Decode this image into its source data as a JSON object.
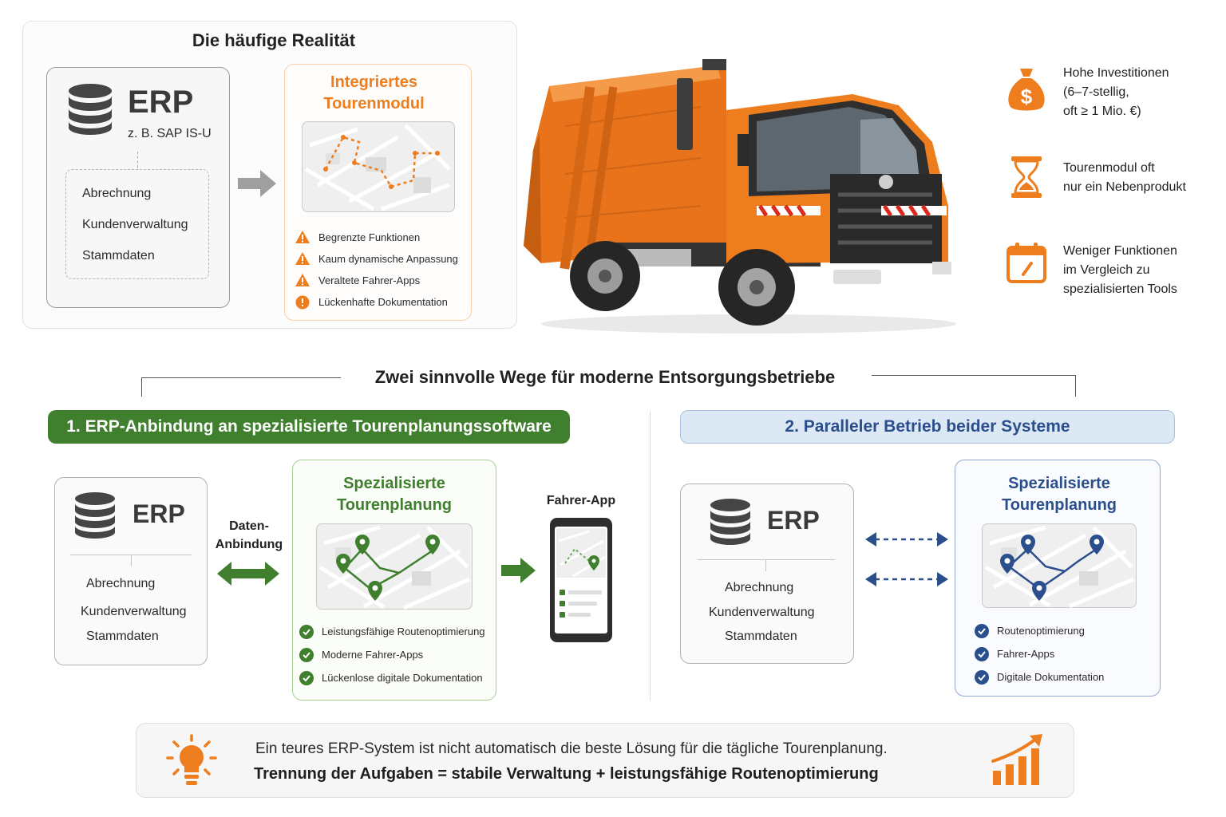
{
  "top": {
    "title": "Die häufige Realität",
    "erp": {
      "label": "ERP",
      "sub": "z. B. SAP IS-U",
      "items": [
        "Abrechnung",
        "Kundenverwaltung",
        "Stammdaten"
      ]
    },
    "module": {
      "title_line1": "Integriertes",
      "title_line2": "Tourenmodul",
      "issues": [
        "Begrenzte Funktionen",
        "Kaum dynamische Anpassung",
        "Veraltete Fahrer-Apps",
        "Lückenhafte Dokumentation"
      ]
    },
    "facts": [
      {
        "icon": "money-bag-icon",
        "lines": [
          "Hohe Investitionen",
          "(6–7-stellig,",
          "oft ≥ 1 Mio. €)"
        ]
      },
      {
        "icon": "hourglass-icon",
        "lines": [
          "Tourenmodul oft",
          "nur ein Nebenprodukt"
        ]
      },
      {
        "icon": "calendar-icon",
        "lines": [
          "Weniger Funktionen",
          "im Vergleich zu",
          "spezialisierten Tools"
        ]
      }
    ]
  },
  "section_title": "Zwei sinnvolle Wege für moderne Entsorgungsbetriebe",
  "way1": {
    "header": "1. ERP-Anbindung an spezialisierte Tourenplanungssoftware",
    "erp_label": "ERP",
    "erp_items": [
      "Abrechnung",
      "Kundenverwaltung",
      "Stammdaten"
    ],
    "connection_line1": "Daten-",
    "connection_line2": "Anbindung",
    "planner_line1": "Spezialisierte",
    "planner_line2": "Tourenplanung",
    "features": [
      "Leistungsfähige Routenoptimierung",
      "Moderne Fahrer-Apps",
      "Lückenlose digitale Dokumentation"
    ],
    "app_label": "Fahrer-App"
  },
  "way2": {
    "header": "2. Paralleler Betrieb beider Systeme",
    "erp_label": "ERP",
    "erp_items": [
      "Abrechnung",
      "Kundenverwaltung",
      "Stammdaten"
    ],
    "planner_line1": "Spezialisierte",
    "planner_line2": "Tourenplanung",
    "features": [
      "Routenoptimierung",
      "Fahrer-Apps",
      "Digitale Dokumentation"
    ]
  },
  "footer": {
    "line1": "Ein teures ERP-System ist nicht automatisch die beste Lösung für die tägliche Tourenplanung.",
    "line2": "Trennung der Aufgaben = stabile Verwaltung + leistungsfähige Routenoptimierung"
  },
  "colors": {
    "orange": "#ee7d1e",
    "green": "#3f7f2e",
    "blue": "#2b4f8c",
    "dark": "#4a4a4a"
  }
}
